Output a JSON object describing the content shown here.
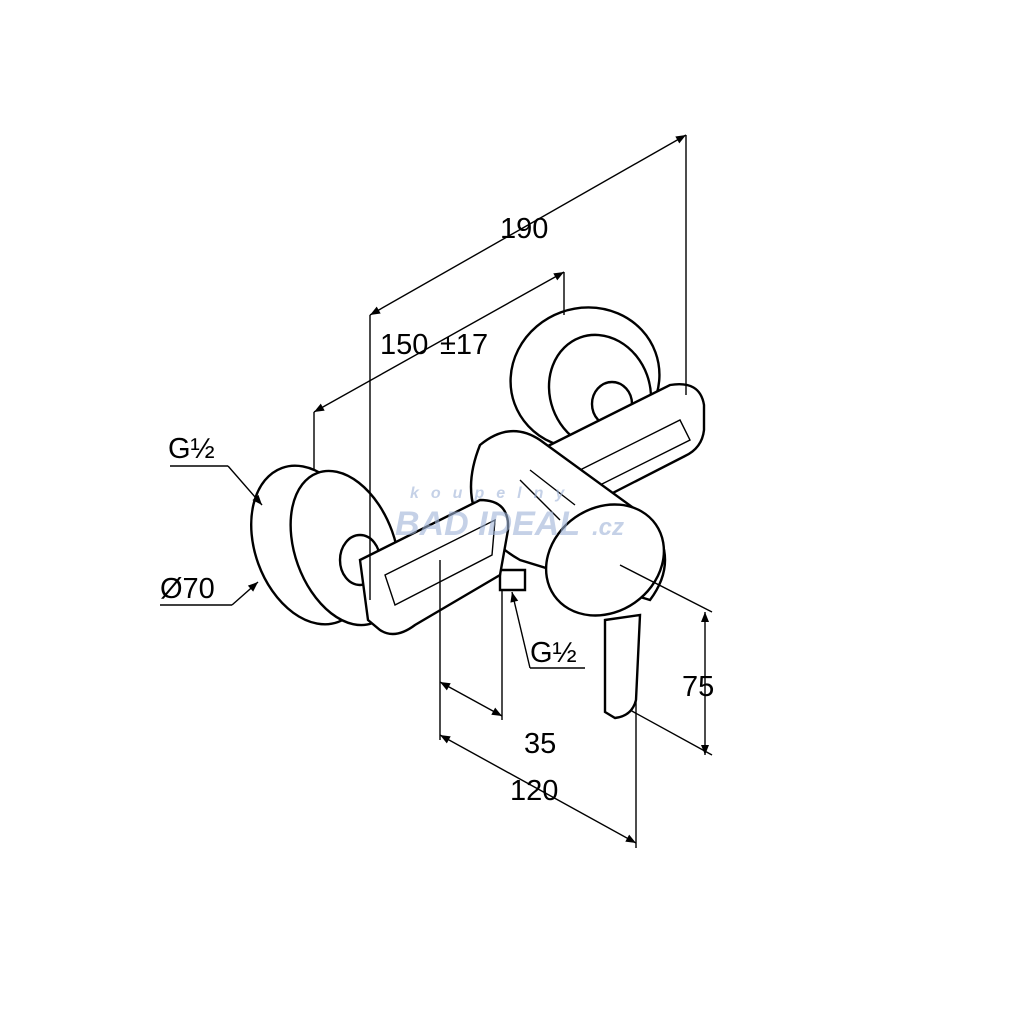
{
  "dimensions": {
    "overall_width": "190",
    "connection_spacing": "150",
    "connection_tolerance": "±17",
    "inlet_thread_left": "G½",
    "rosette_diameter": "Ø70",
    "outlet_thread": "G½",
    "lever_height": "75",
    "outlet_offset": "35",
    "depth": "120"
  },
  "watermark": {
    "top": "koupelny",
    "main": "BAD IDEAL",
    "suffix": ".cz"
  }
}
